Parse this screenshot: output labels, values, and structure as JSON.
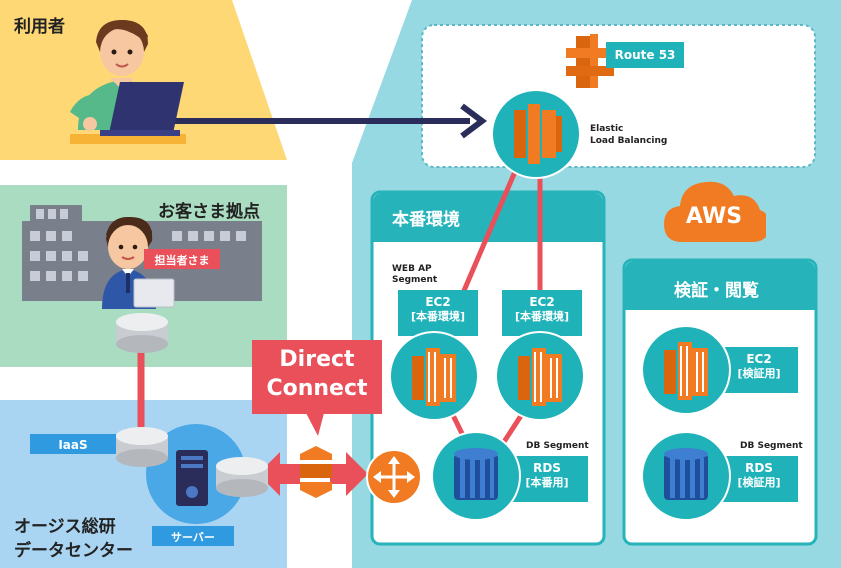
{
  "zones": {
    "user": {
      "title": "利用者"
    },
    "customer": {
      "title": "お客さま拠点",
      "person_tag": "担当者さま"
    },
    "datacenter": {
      "title_line1": "オージス総研",
      "title_line2": "データセンター",
      "iaas": "IaaS",
      "server": "サーバー"
    }
  },
  "aws": {
    "badge": "AWS",
    "route53": "Route 53",
    "elb_line1": "Elastic",
    "elb_line2": "Load Balancing",
    "direct_connect_line1": "Direct",
    "direct_connect_line2": "Connect",
    "production": {
      "title": "本番環境",
      "web_segment_line1": "WEB AP",
      "web_segment_line2": "Segment",
      "ec2_a_line1": "EC2",
      "ec2_a_line2": "[本番環境]",
      "ec2_b_line1": "EC2",
      "ec2_b_line2": "[本番環境]",
      "db_segment": "DB Segment",
      "rds_line1": "RDS",
      "rds_line2": "[本番用]"
    },
    "verification": {
      "title": "検証・閲覧",
      "ec2_line1": "EC2",
      "ec2_line2": "[検証用]",
      "db_segment": "DB Segment",
      "rds_line1": "RDS",
      "rds_line2": "[検証用]"
    }
  },
  "colors": {
    "user_zone": "#fdd875",
    "customer_zone": "#a9dcc0",
    "datacenter_zone": "#a9d4f2",
    "aws_zone": "#97d9e3",
    "teal": "#1fb3b9",
    "orange": "#f07b22",
    "red": "#e9505a",
    "navy": "#2a2d5a"
  }
}
